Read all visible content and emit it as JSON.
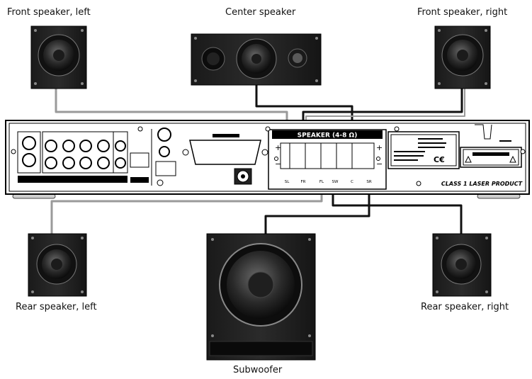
{
  "labels": {
    "front_left": "Front speaker, left",
    "center": "Center speaker",
    "front_right": "Front speaker, right",
    "rear_left": "Rear speaker, left",
    "subwoofer": "Subwoofer",
    "rear_right": "Rear speaker, right"
  },
  "receiver": {
    "speaker_panel_title": "SPEAKER (4-8 Ω)",
    "terminal_labels": [
      "SL",
      "FR",
      "FL",
      "SW",
      "C",
      "SR"
    ],
    "brand_text": "CLASS 1 LASER PRODUCT"
  },
  "wire_colors": {
    "gray": "#9a9a9a",
    "black": "#111111"
  }
}
